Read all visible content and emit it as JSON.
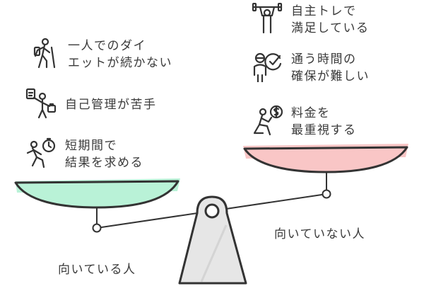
{
  "left": {
    "caption": "向いている人",
    "items": [
      {
        "icon": "hiking-person-icon",
        "text": "一人でのダイ\nエットが続かない"
      },
      {
        "icon": "person-with-clipboard-icon",
        "text": "自己管理が苦手"
      },
      {
        "icon": "running-person-with-stopwatch-icon",
        "text": "短期間で\n結果を求める"
      }
    ]
  },
  "right": {
    "caption": "向いていない人",
    "items": [
      {
        "icon": "weightlifter-icon",
        "text": "自主トレで\n満足している"
      },
      {
        "icon": "person-with-checkmark-icon",
        "text": "通う時間の\n確保が難しい"
      },
      {
        "icon": "person-with-coin-icon",
        "text": "料金を\n最重視する"
      }
    ]
  },
  "colors": {
    "left_pan": "#b9f2d7",
    "right_pan": "#f9c6c6",
    "fulcrum": "#e6e6e6",
    "stroke": "#333333"
  }
}
